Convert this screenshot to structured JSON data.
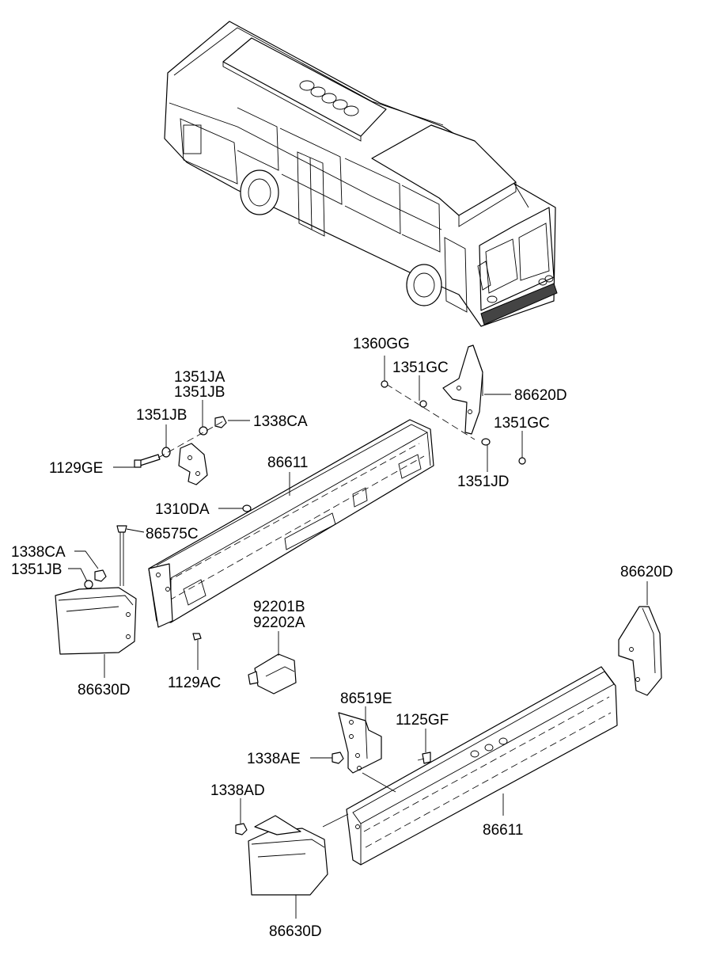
{
  "labels": [
    {
      "id": "1360gg",
      "text": "1360GG"
    },
    {
      "id": "1351gc-top",
      "text": "1351GC"
    },
    {
      "id": "86620d-top",
      "text": "86620D"
    },
    {
      "id": "1351gc-right",
      "text": "1351GC"
    },
    {
      "id": "1351jd",
      "text": "1351JD"
    },
    {
      "id": "1351ja",
      "text": "1351JA"
    },
    {
      "id": "1351jb-top",
      "text": "1351JB"
    },
    {
      "id": "1351jb-mid",
      "text": "1351JB"
    },
    {
      "id": "1338ca-top",
      "text": "1338CA"
    },
    {
      "id": "1129ge",
      "text": "1129GE"
    },
    {
      "id": "86611-top",
      "text": "86611"
    },
    {
      "id": "1310da",
      "text": "1310DA"
    },
    {
      "id": "86575c",
      "text": "86575C"
    },
    {
      "id": "1338ca-left",
      "text": "1338CA"
    },
    {
      "id": "1351jb-left",
      "text": "1351JB"
    },
    {
      "id": "92201b",
      "text": "92201B"
    },
    {
      "id": "92202a",
      "text": "92202A"
    },
    {
      "id": "86630d-top",
      "text": "86630D"
    },
    {
      "id": "1129ac",
      "text": "1129AC"
    },
    {
      "id": "86620d-right",
      "text": "86620D"
    },
    {
      "id": "86519e",
      "text": "86519E"
    },
    {
      "id": "1125gf",
      "text": "1125GF"
    },
    {
      "id": "1338ae",
      "text": "1338AE"
    },
    {
      "id": "1338ad",
      "text": "1338AD"
    },
    {
      "id": "86611-bottom",
      "text": "86611"
    },
    {
      "id": "86630d-bottom",
      "text": "86630D"
    }
  ]
}
